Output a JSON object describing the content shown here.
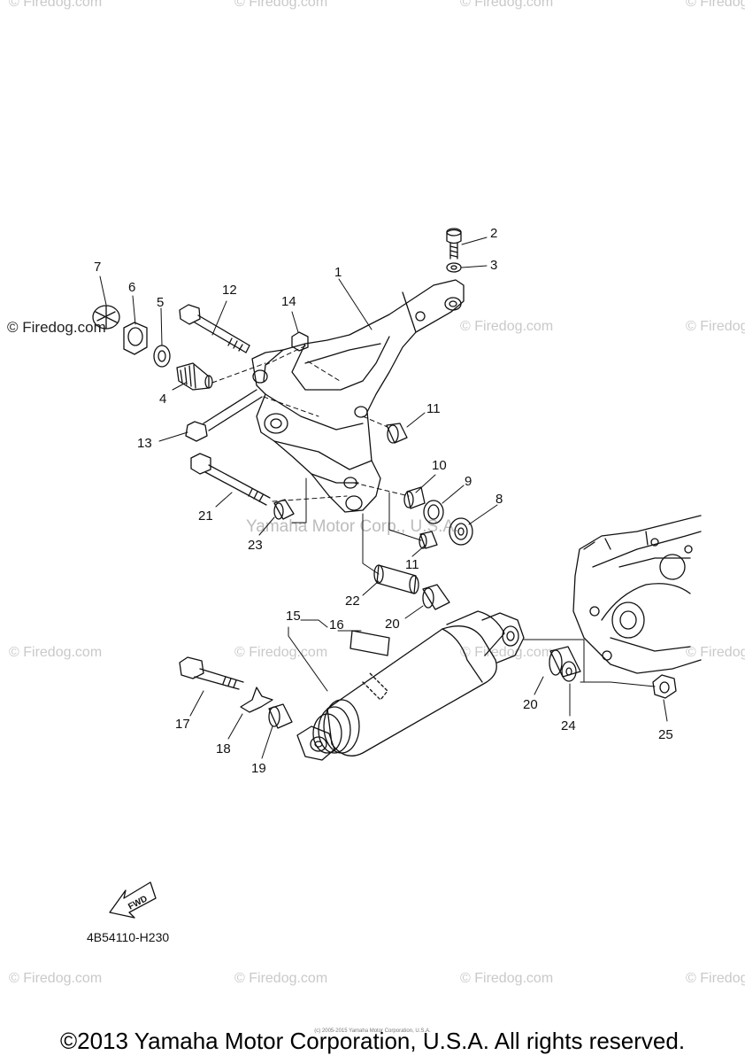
{
  "watermark": "© Firedog.com",
  "watermark_center": "Yamaha Motor Corp., U.S.A.",
  "diagram_code": "4B54110-H230",
  "fwd_label": "FWD",
  "copyright": "©2013 Yamaha Motor Corporation, U.S.A. All rights reserved.",
  "fine_print": "(c) 2005-2015 Yamaha Motor Corporation, U.S.A.",
  "callouts": {
    "c1": "1",
    "c2": "2",
    "c3": "3",
    "c4": "4",
    "c5": "5",
    "c6": "6",
    "c7": "7",
    "c8": "8",
    "c9": "9",
    "c10": "10",
    "c11a": "11",
    "c11b": "11",
    "c12": "12",
    "c13": "13",
    "c14": "14",
    "c15": "15",
    "c16": "16",
    "c17": "17",
    "c18": "18",
    "c19": "19",
    "c20a": "20",
    "c20b": "20",
    "c21": "21",
    "c22": "22",
    "c23": "23",
    "c24": "24",
    "c25": "25"
  }
}
